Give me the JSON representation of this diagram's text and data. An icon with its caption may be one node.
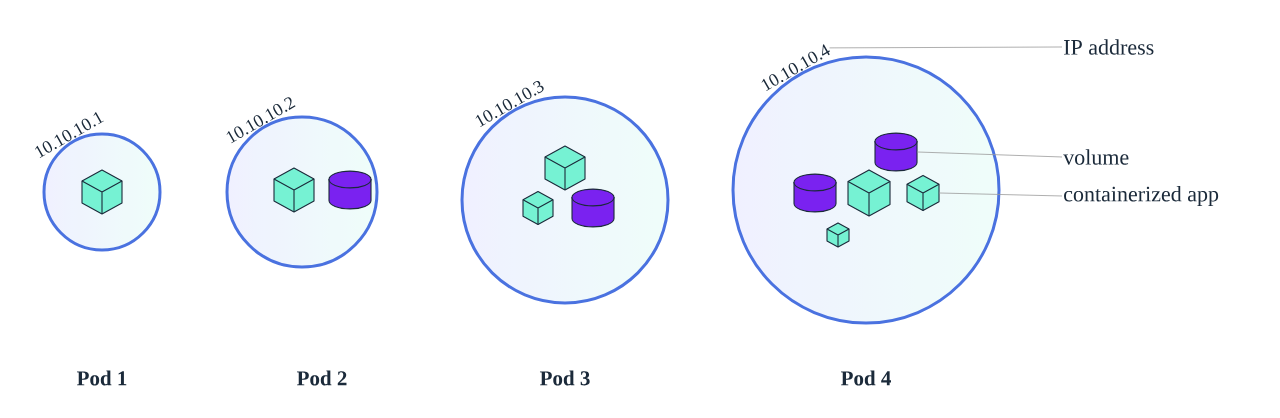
{
  "diagram": {
    "nodes": [
      {
        "text": [
          "10.10.10.1"
        ]
      },
      {
        "text": [],
        "shape": "cube",
        "in": 0
      },
      {
        "text": [
          "10.10.10.2"
        ]
      },
      {
        "text": [],
        "shape": "cube",
        "in": 2
      },
      {
        "text": [],
        "shape": "cylinder",
        "in": 2
      },
      {
        "text": [
          "10.10.10.3"
        ]
      },
      {
        "text": [],
        "shape": "cube",
        "in": 5
      },
      {
        "text": [],
        "shape": "cube",
        "in": 5
      },
      {
        "text": [],
        "shape": "cylinder",
        "in": 5
      },
      {
        "text": [
          "10.10.10.4"
        ]
      },
      {
        "text": [],
        "shape": "cylinder",
        "in": 9
      },
      {
        "text": [],
        "shape": "cube",
        "in": 9
      },
      {
        "text": [],
        "shape": "cylinder",
        "in": 9
      },
      {
        "text": [],
        "shape": "cube",
        "in": 9
      },
      {
        "text": [],
        "shape": "cube",
        "in": 9
      },
      {
        "text": [
          "IP address"
        ]
      },
      {
        "text": [
          "volume"
        ]
      },
      {
        "text": [
          "containerized app"
        ]
      }
    ],
    "edges": [
      {
        "from": 15,
        "to": 9,
        "arrow": "none"
      },
      {
        "from": 16,
        "to": 12,
        "arrow": "none"
      },
      {
        "from": 17,
        "to": 13,
        "arrow": "none"
      }
    ],
    "labels": [
      "Pod 1",
      "Pod 2",
      "Pod 3",
      "Pod 4"
    ]
  }
}
